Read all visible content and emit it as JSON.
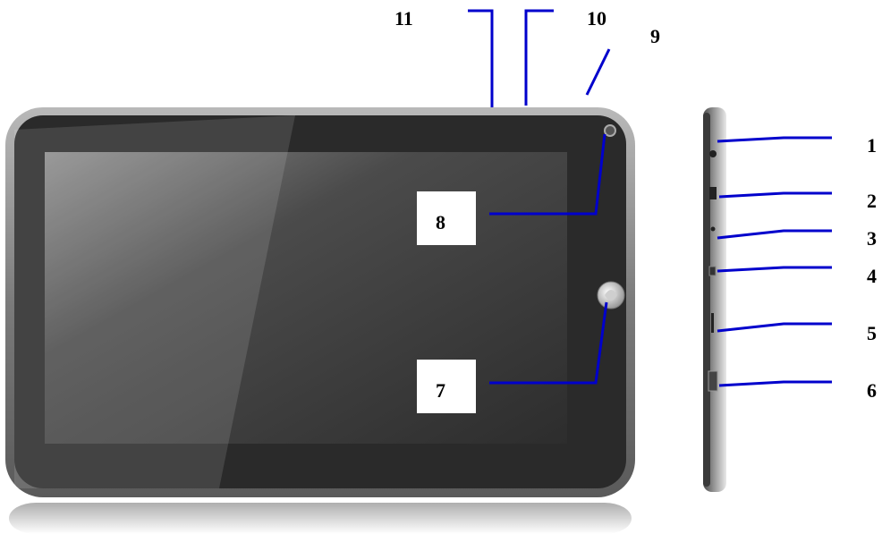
{
  "callouts": {
    "c1": "1",
    "c2": "2",
    "c3": "3",
    "c4": "4",
    "c5": "5",
    "c6": "6",
    "c7": "7",
    "c8": "8",
    "c9": "9",
    "c10": "10",
    "c11": "11"
  },
  "colors": {
    "leader_line": "#0000cc",
    "bezel": "#2a2a2a",
    "frame": "#8a8a8a",
    "screen": "#333333"
  }
}
